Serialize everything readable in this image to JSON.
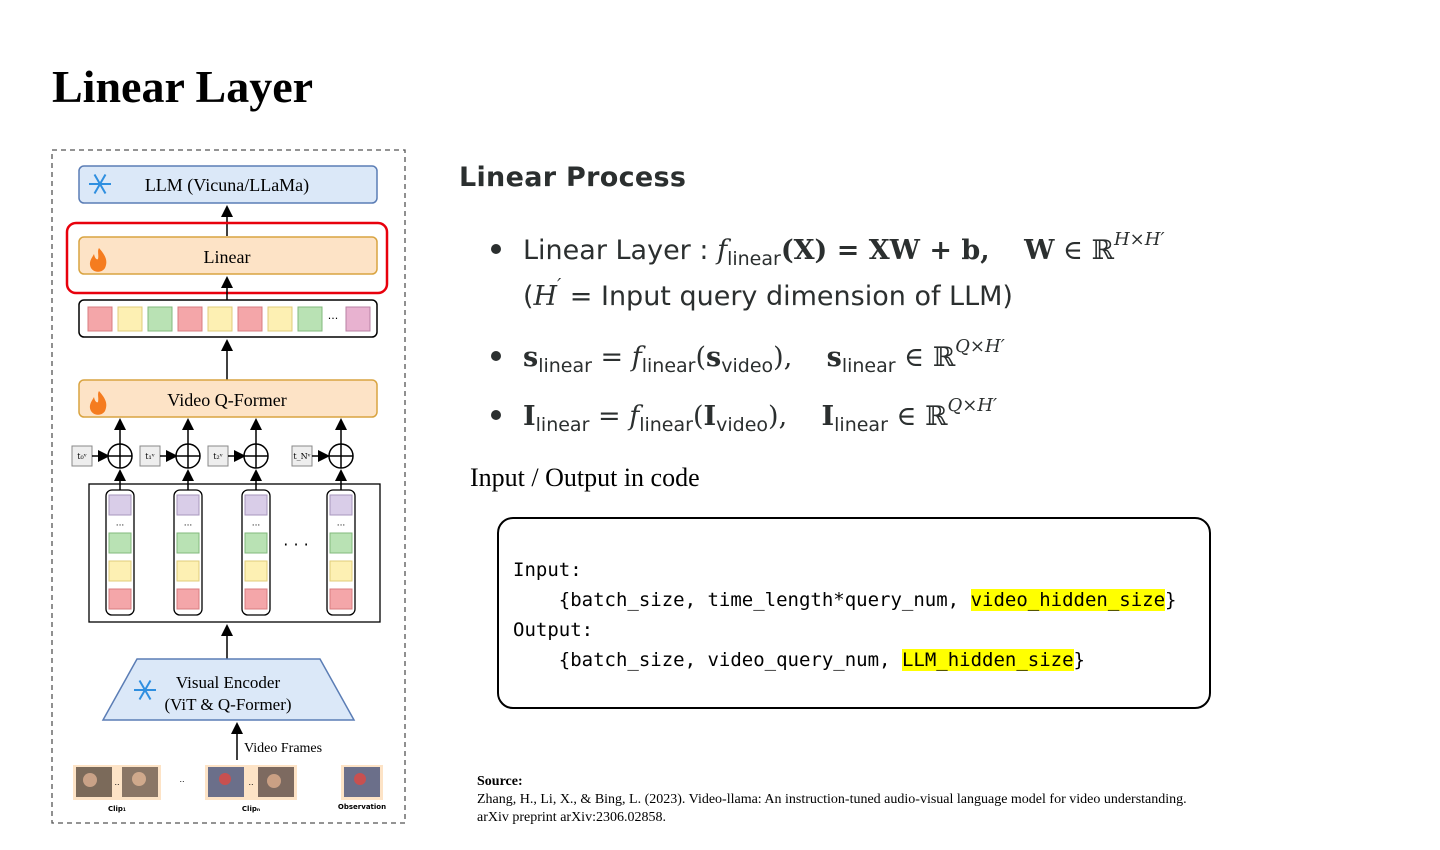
{
  "slide": {
    "title": "Linear Layer"
  },
  "diagram": {
    "llm_label": "LLM (Vicuna/LLaMa)",
    "linear_label": "Linear",
    "qformer_label": "Video Q-Former",
    "encoder_line1": "Visual Encoder",
    "encoder_line2": "(ViT & Q-Former)",
    "frames_label": "Video Frames",
    "token_ellipsis": "···",
    "column_ellipsis": "· · ·",
    "column_dots": "···",
    "pos_embeddings": [
      "t₀ᵛ",
      "t₁ᵛ",
      "t₂ᵛ",
      "t_Nᵛ"
    ],
    "clip1_label": "Clip₁",
    "clipn_label": "Clipₙ",
    "observation_label": "Observation",
    "small_ellipsis": "..",
    "highlight_color": "#e8000c",
    "frozen_fill": "#dbe8f8",
    "trained_fill": "#fde3c6"
  },
  "process": {
    "heading": "Linear Process",
    "item1": {
      "prefix": "Linear Layer :",
      "f": "f",
      "f_sub": "linear",
      "arg": "(X) = ",
      "rhs": "XW + b,",
      "W": "W",
      "in": " ∈ ℝ",
      "sup": "H×H′",
      "line2_open": "(",
      "line2_H": "H",
      "line2_sup": "′",
      "line2_rest": " = Input query dimension of LLM)"
    },
    "item2": {
      "s": "s",
      "s_sub": "linear",
      "eq": " = ",
      "f": "f",
      "f_sub": "linear",
      "open": "(",
      "arg": "s",
      "arg_sub": "video",
      "close": "),",
      "s2": "s",
      "s2_sub": "linear",
      "in": " ∈ ℝ",
      "sup": "Q×H′"
    },
    "item3": {
      "s": "I",
      "s_sub": "linear",
      "eq": " = ",
      "f": "f",
      "f_sub": "linear",
      "open": "(",
      "arg": "I",
      "arg_sub": "video",
      "close": "),",
      "s2": "I",
      "s2_sub": "linear",
      "in": " ∈ ℝ",
      "sup": "Q×H′"
    }
  },
  "io": {
    "heading": "Input / Output in code",
    "input_label": "Input:",
    "input_pre": "    {batch_size, time_length*query_num, ",
    "input_hl": "video_hidden_size",
    "input_post": "}",
    "output_label": "Output:",
    "output_pre": "    {batch_size, video_query_num, ",
    "output_hl": "LLM_hidden_size",
    "output_post": "}"
  },
  "source": {
    "label": "Source:",
    "line1": "Zhang, H., Li, X., & Bing, L. (2023). Video-llama: An instruction-tuned audio-visual language model for video understanding.",
    "line2": "arXiv preprint arXiv:2306.02858."
  }
}
